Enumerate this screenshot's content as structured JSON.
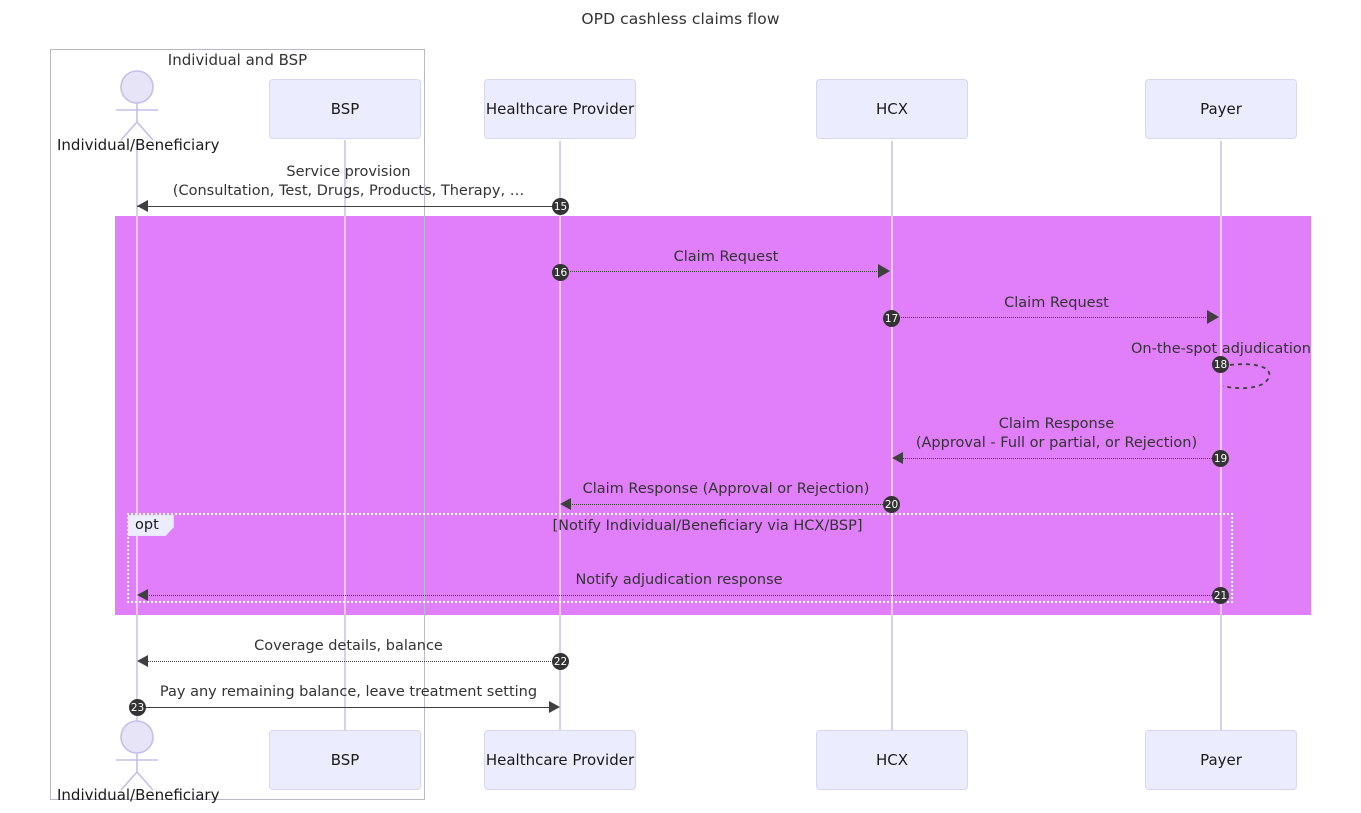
{
  "diagram": {
    "title": "OPD cashless claims flow",
    "type": "sequence-diagram",
    "colors": {
      "highlight": "#e17ffa",
      "participant_fill": "#ececff",
      "participant_stroke": "#d6d6f2",
      "lifeline": "#d4d0ee",
      "message": "#3f3f3f",
      "badge": "#333333",
      "group_stroke": "#b9b9c9"
    }
  },
  "group": {
    "label": "Individual and BSP"
  },
  "participants": [
    {
      "id": "actor",
      "label": "Individual/Beneficiary",
      "kind": "actor"
    },
    {
      "id": "bsp",
      "label": "BSP",
      "kind": "box"
    },
    {
      "id": "provider",
      "label": "Healthcare Provider",
      "kind": "box"
    },
    {
      "id": "hcx",
      "label": "HCX",
      "kind": "box"
    },
    {
      "id": "payer",
      "label": "Payer",
      "kind": "box"
    }
  ],
  "fragment": {
    "kind": "opt",
    "tab_label": "opt",
    "condition": "[Notify Individual/Beneficiary via HCX/BSP]"
  },
  "messages": [
    {
      "seq": "15",
      "from": "provider",
      "to": "actor",
      "line": "solid",
      "direction": "left",
      "label_line1": "Service provision",
      "label_line2": "(Consultation, Test, Drugs, Products, Therapy, …"
    },
    {
      "seq": "16",
      "from": "provider",
      "to": "hcx",
      "line": "dotted",
      "direction": "right",
      "label_line1": "Claim Request",
      "label_line2": ""
    },
    {
      "seq": "17",
      "from": "hcx",
      "to": "payer",
      "line": "dotted",
      "direction": "right",
      "label_line1": "Claim Request",
      "label_line2": ""
    },
    {
      "seq": "18",
      "from": "payer",
      "to": "payer",
      "line": "dashed",
      "direction": "self",
      "label_line1": "On-the-spot adjudication",
      "label_line2": ""
    },
    {
      "seq": "19",
      "from": "payer",
      "to": "hcx",
      "line": "dotted",
      "direction": "left",
      "label_line1": "Claim Response",
      "label_line2": "(Approval - Full or partial, or Rejection)"
    },
    {
      "seq": "20",
      "from": "hcx",
      "to": "provider",
      "line": "dotted",
      "direction": "left",
      "label_line1": "Claim Response (Approval or Rejection)",
      "label_line2": ""
    },
    {
      "seq": "21",
      "from": "payer",
      "to": "actor",
      "line": "dotted",
      "direction": "left",
      "label_line1": "Notify adjudication response",
      "label_line2": ""
    },
    {
      "seq": "22",
      "from": "provider",
      "to": "actor",
      "line": "dotted",
      "direction": "left",
      "label_line1": "Coverage details, balance",
      "label_line2": ""
    },
    {
      "seq": "23",
      "from": "actor",
      "to": "provider",
      "line": "solid",
      "direction": "right",
      "label_line1": "Pay any remaining balance, leave treatment setting",
      "label_line2": ""
    }
  ]
}
